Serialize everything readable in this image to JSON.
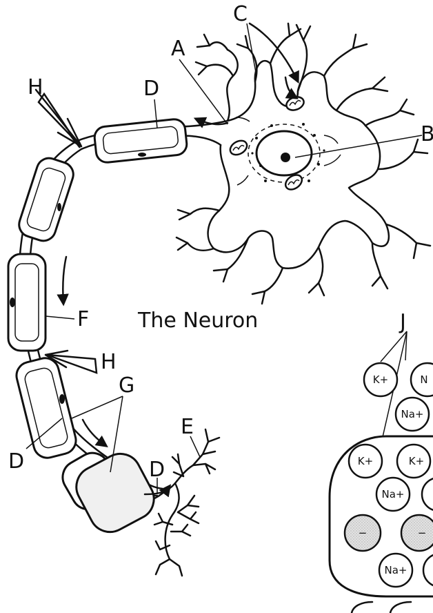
{
  "title": "The Neuron",
  "labels": {
    "A": "A",
    "B": "B",
    "C": "C",
    "D_top": "D",
    "D_left": "D",
    "D_bottom": "D",
    "E": "E",
    "F": "F",
    "G": "G",
    "H_top": "H",
    "H_mid": "H",
    "J": "J"
  },
  "ions": {
    "k1": "K+",
    "n1": "N",
    "na1": "Na+",
    "k2": "K+",
    "k3": "K+",
    "na2": "Na+",
    "neg1": "−",
    "neg2": "−",
    "na3": "Na+"
  },
  "colors": {
    "line": "#111111",
    "negative_ion_fill": "#d4d4d4"
  }
}
